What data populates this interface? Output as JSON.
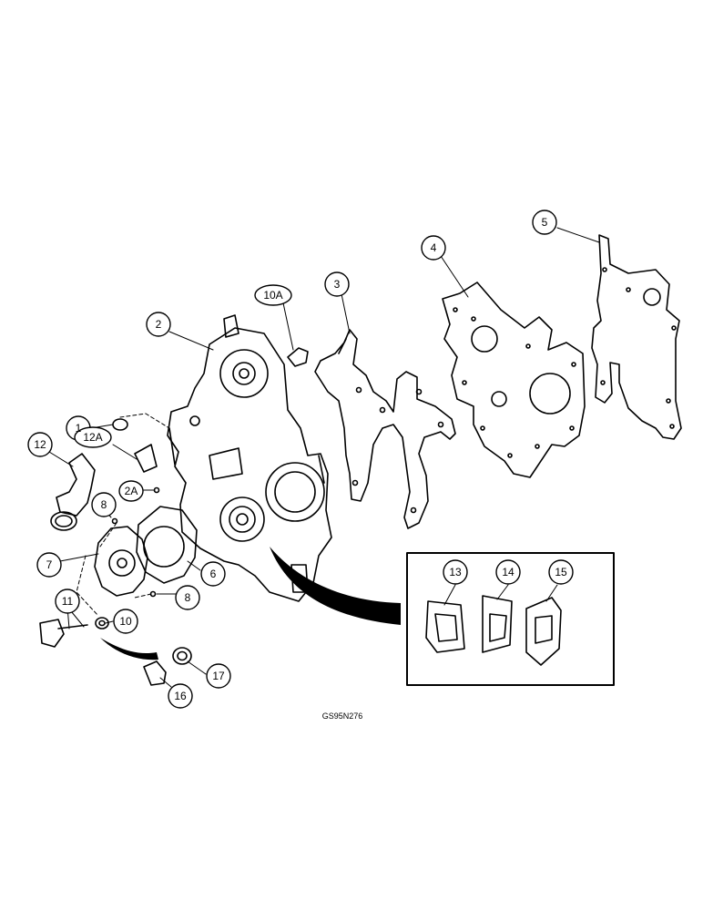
{
  "diagram": {
    "figure_code": "GS95N276",
    "callouts": [
      "1",
      "2",
      "2A",
      "3",
      "4",
      "5",
      "6",
      "7",
      "8",
      "8",
      "10",
      "10A",
      "11",
      "12",
      "12A",
      "13",
      "14",
      "15",
      "16",
      "17"
    ]
  }
}
